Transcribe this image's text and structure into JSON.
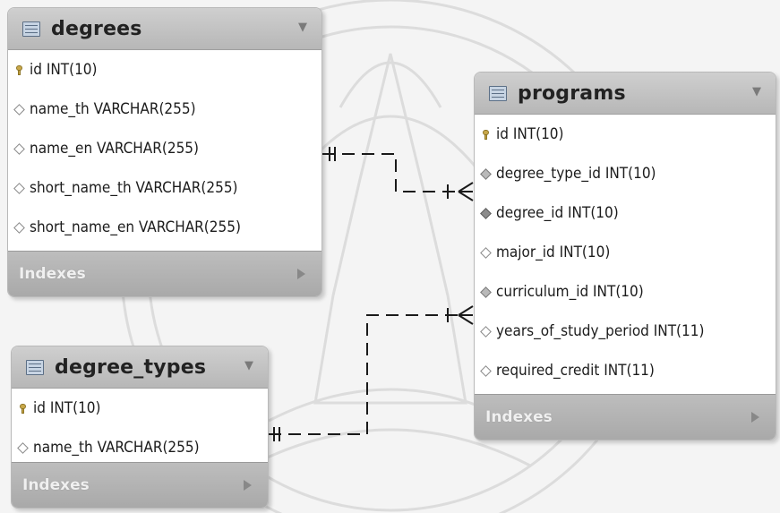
{
  "tables": {
    "degrees": {
      "title": "degrees",
      "columns": [
        {
          "label": "id INT(10)",
          "kind": "primary-key"
        },
        {
          "label": "name_th VARCHAR(255)",
          "kind": "column"
        },
        {
          "label": "name_en VARCHAR(255)",
          "kind": "column"
        },
        {
          "label": "short_name_th VARCHAR(255)",
          "kind": "column"
        },
        {
          "label": "short_name_en VARCHAR(255)",
          "kind": "column"
        }
      ],
      "footer": "Indexes"
    },
    "degree_types": {
      "title": "degree_types",
      "columns": [
        {
          "label": "id INT(10)",
          "kind": "primary-key"
        },
        {
          "label": "name_th VARCHAR(255)",
          "kind": "column"
        }
      ],
      "footer": "Indexes"
    },
    "programs": {
      "title": "programs",
      "columns": [
        {
          "label": "id INT(10)",
          "kind": "primary-key"
        },
        {
          "label": "degree_type_id INT(10)",
          "kind": "foreign-key"
        },
        {
          "label": "degree_id INT(10)",
          "kind": "foreign-key"
        },
        {
          "label": "major_id INT(10)",
          "kind": "column"
        },
        {
          "label": "curriculum_id INT(10)",
          "kind": "foreign-key"
        },
        {
          "label": "years_of_study_period INT(11)",
          "kind": "column"
        },
        {
          "label": "required_credit INT(11)",
          "kind": "column"
        }
      ],
      "footer": "Indexes"
    }
  },
  "relationships": [
    {
      "from": "degrees",
      "to": "programs",
      "style": "one-to-many"
    },
    {
      "from": "degree_types",
      "to": "programs",
      "style": "one-to-many"
    }
  ],
  "colors": {
    "header": "#c4c4c4",
    "footer": "#b3b3b3",
    "connector": "#1a1a1a"
  }
}
